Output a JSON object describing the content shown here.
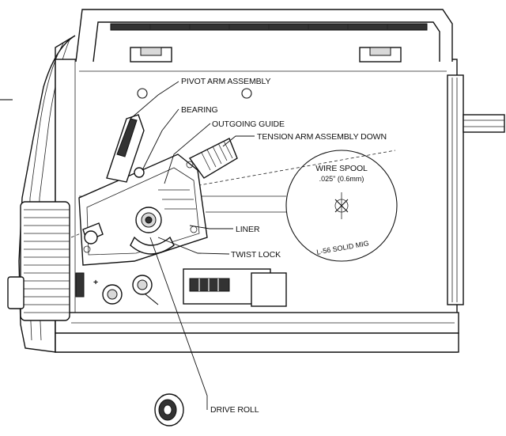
{
  "labels": {
    "pivot_arm": "PIVOT ARM ASSEMBLY",
    "bearing": "BEARING",
    "outgoing_guide": "OUTGOING GUIDE",
    "tension_arm": "TENSION ARM ASSEMBLY  DOWN",
    "liner": "LINER",
    "twist_lock": "TWIST LOCK",
    "drive_roll": "DRIVE ROLL"
  },
  "spool": {
    "title": "WIRE SPOOL",
    "size": ".025\" (0.6mm)",
    "brand": "L-56 SOLID MIG"
  },
  "terminals": {
    "positive": "+"
  }
}
